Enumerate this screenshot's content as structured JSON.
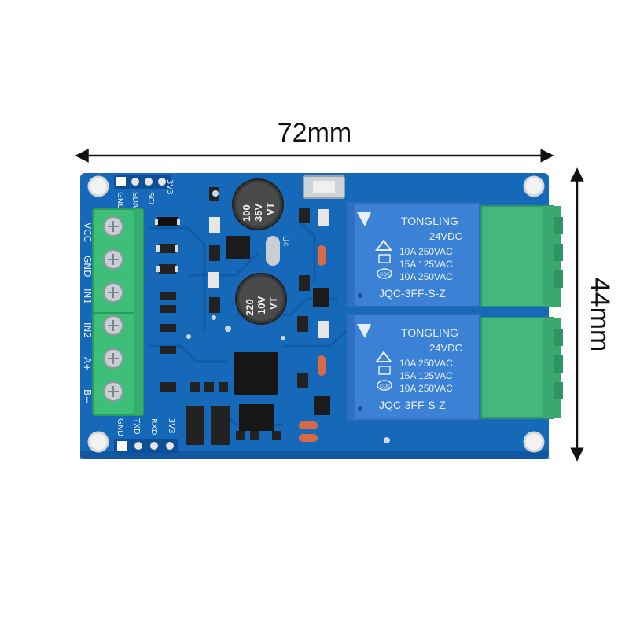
{
  "dimensions": {
    "width": "72mm",
    "height": "44mm"
  },
  "pins_top": [
    "GND",
    "SDA",
    "SCL",
    "3V3"
  ],
  "pins_bottom": [
    "GND",
    "TXD",
    "RXD",
    "3V3"
  ],
  "terminal_labels": [
    "VCC",
    "GND",
    "IN1",
    "IN2",
    "A+",
    "B−"
  ],
  "caps": [
    {
      "value": "100",
      "voltage": "35V",
      "code": "VT"
    },
    {
      "value": "220",
      "voltage": "10V",
      "code": "VT"
    }
  ],
  "component_label": "U4",
  "relays": [
    {
      "brand": "TONGLING",
      "coil": "24VDC",
      "rating1": "10A 250VAC",
      "rating2": "15A 125VAC",
      "rating3": "10A 250VAC",
      "mark": "CQC",
      "model": "JQC-3FF-S-Z"
    },
    {
      "brand": "TONGLING",
      "coil": "24VDC",
      "rating1": "10A 250VAC",
      "rating2": "15A 125VAC",
      "rating3": "10A 250VAC",
      "mark": "CQC",
      "model": "JQC-3FF-S-Z"
    }
  ],
  "colors": {
    "pcb": "#1668b8",
    "pcb_dark": "#0e4f96",
    "terminal": "#3dbf7a",
    "relay": "#3b82d6",
    "relay_terminal": "#44b87c"
  }
}
